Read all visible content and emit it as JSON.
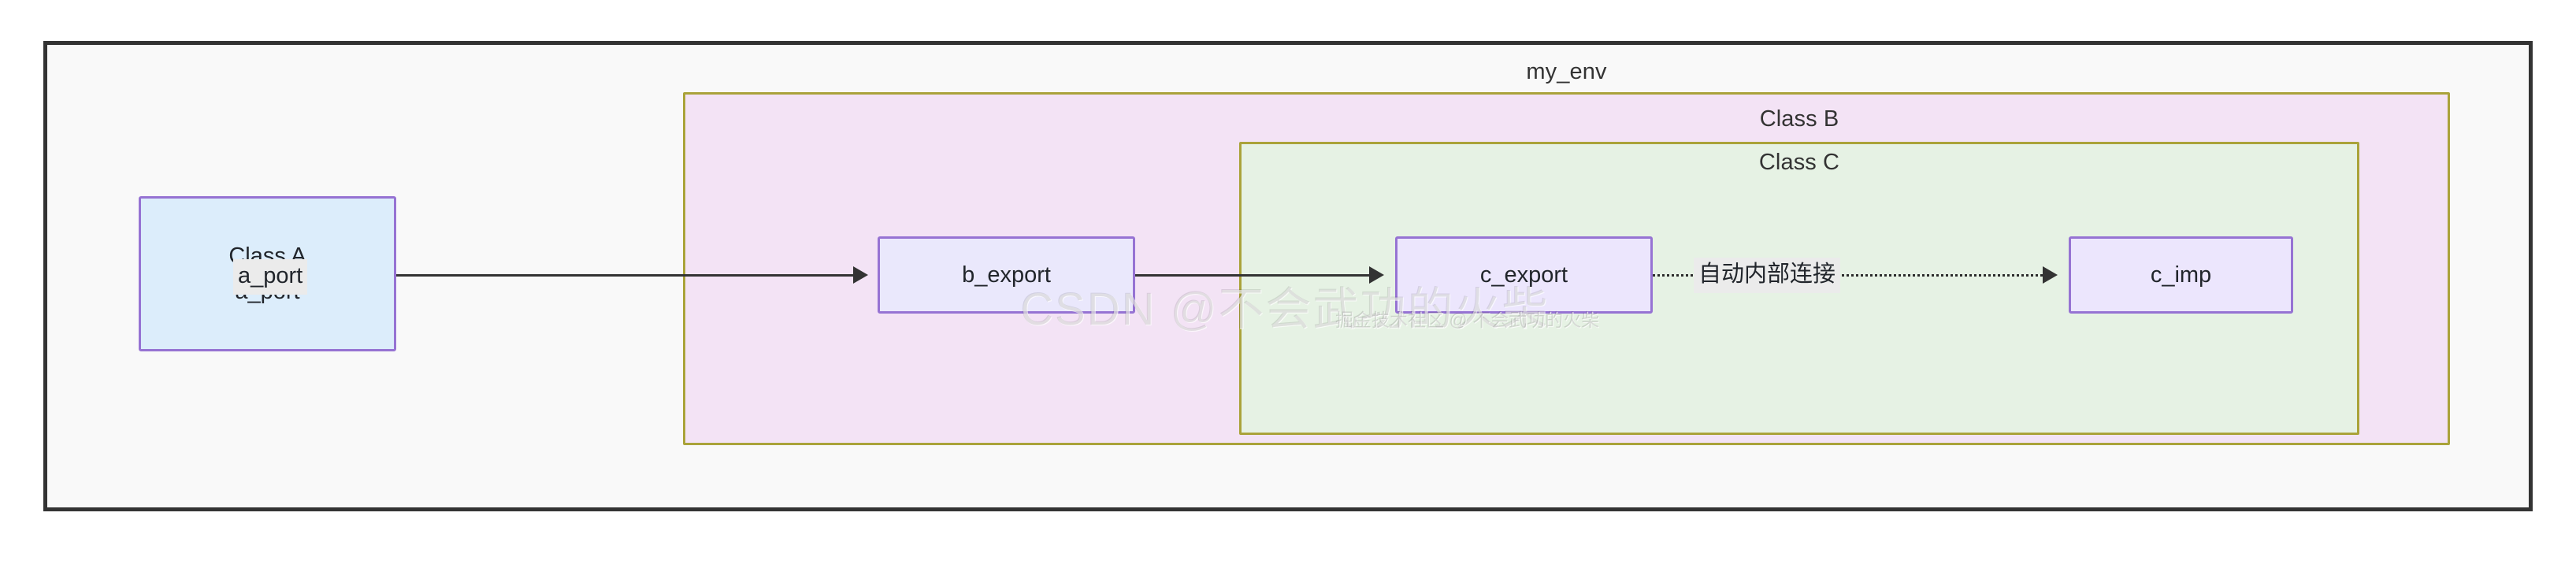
{
  "diagram": {
    "type": "flowchart",
    "direction": "left-to-right",
    "containers": [
      {
        "id": "my_env",
        "label": "my_env",
        "fill": "#f3e3f5",
        "stroke": "#aaa33a"
      },
      {
        "id": "class_b",
        "label": "Class B",
        "fill": "#f3e3f5",
        "stroke": "#aaa33a"
      },
      {
        "id": "class_c",
        "label": "Class C",
        "fill": "#e6f2e4",
        "stroke": "#aaa33a"
      }
    ],
    "nodes": [
      {
        "id": "class_a",
        "line1": "Class A",
        "line2": "a_port",
        "fill": "#dcedfb",
        "stroke": "#9673d3"
      },
      {
        "id": "b_export",
        "line1": "b_export",
        "fill": "#eae8fc",
        "stroke": "#9673d3"
      },
      {
        "id": "c_export",
        "line1": "c_export",
        "fill": "#ece6fd",
        "stroke": "#9673d3"
      },
      {
        "id": "c_imp",
        "line1": "c_imp",
        "fill": "#ece6fd",
        "stroke": "#9673d3"
      }
    ],
    "edges": [
      {
        "id": "a_to_b",
        "from": "class_a",
        "to": "b_export",
        "label": "a_port",
        "style": "solid"
      },
      {
        "id": "b_to_c",
        "from": "b_export",
        "to": "c_export",
        "label": "",
        "style": "solid"
      },
      {
        "id": "c_export_to_c_imp",
        "from": "c_export",
        "to": "c_imp",
        "label": "自动内部连接",
        "style": "dotted"
      }
    ],
    "frame": {
      "border_color": "#333333",
      "background": "#f9f9f9"
    }
  },
  "watermarks": {
    "primary": "CSDN @不会武功的火柴",
    "secondary": "掘金技术社区 @ 不会武功的火柴"
  }
}
